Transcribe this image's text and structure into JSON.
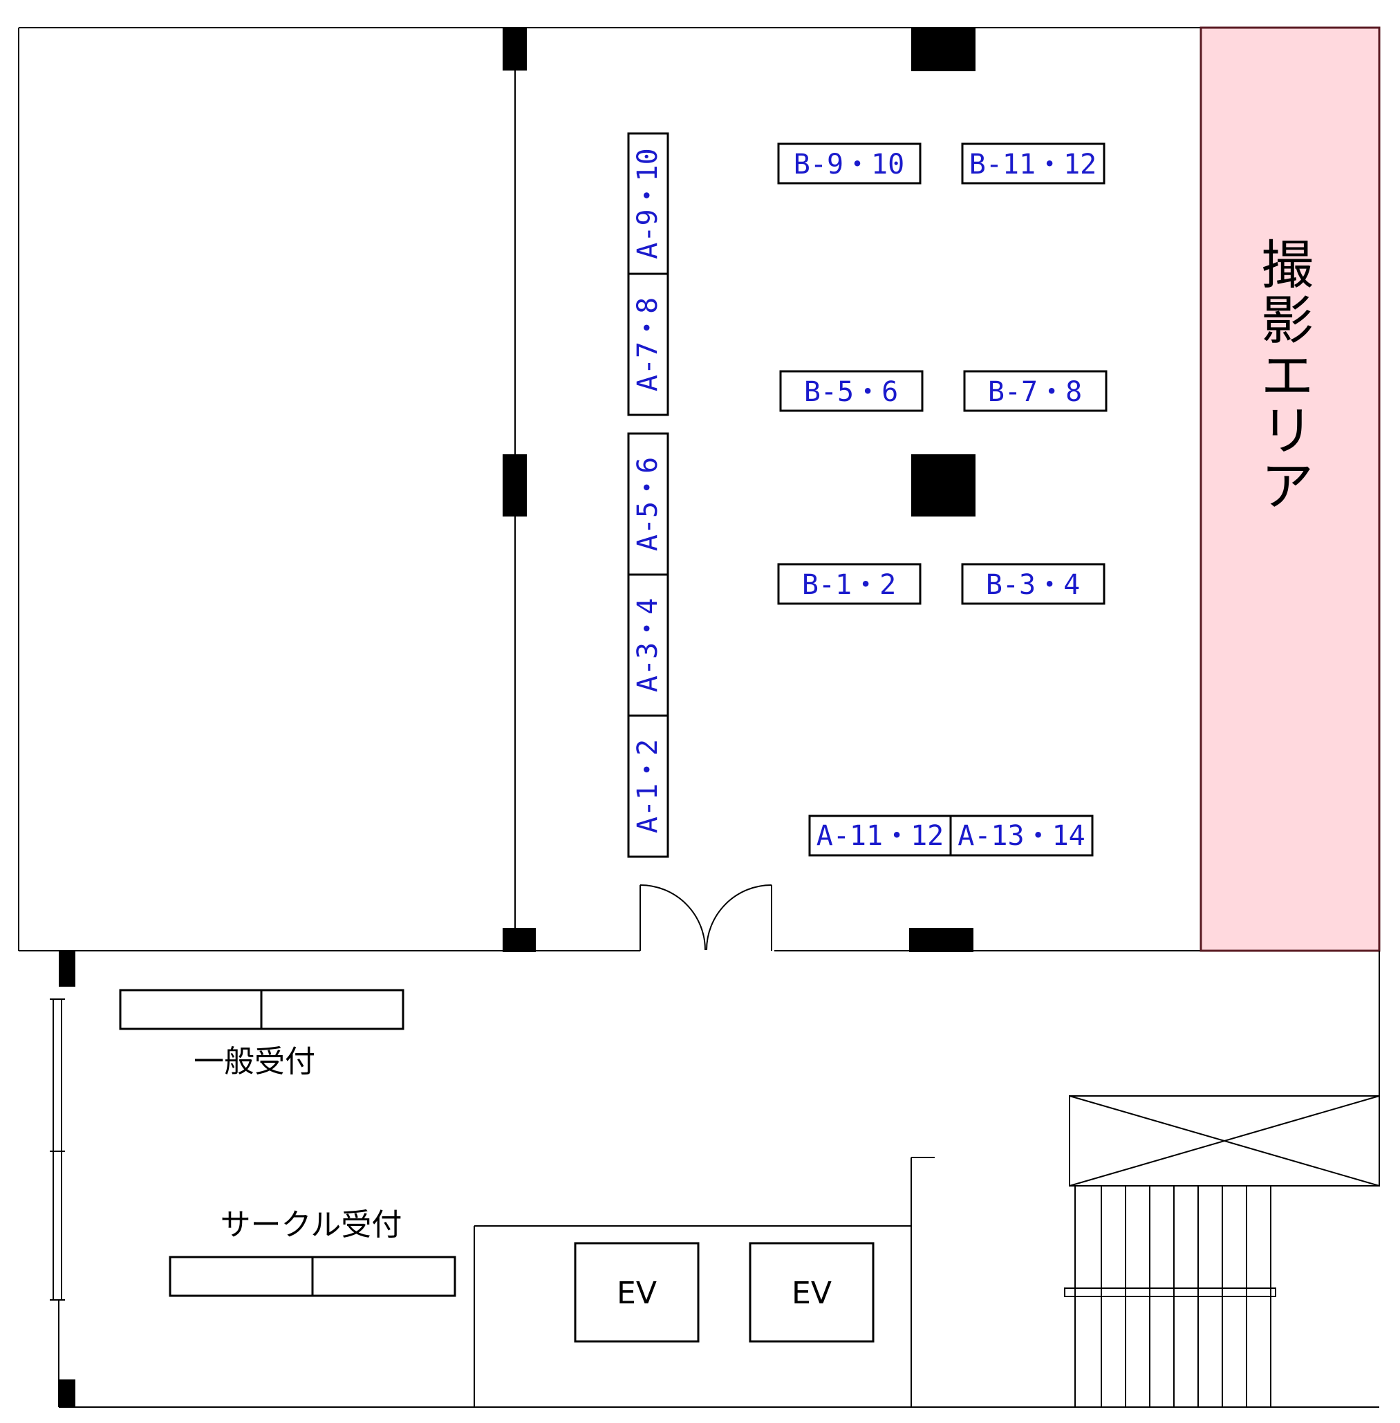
{
  "booths_a_vertical": [
    {
      "id": "a-9-10",
      "label": "A-9・10"
    },
    {
      "id": "a-7-8",
      "label": "A-7・8"
    },
    {
      "id": "a-5-6",
      "label": "A-5・6"
    },
    {
      "id": "a-3-4",
      "label": "A-3・4"
    },
    {
      "id": "a-1-2",
      "label": "A-1・2"
    }
  ],
  "booths_a_horizontal": [
    {
      "id": "a-11-12",
      "label": "A-11・12"
    },
    {
      "id": "a-13-14",
      "label": "A-13・14"
    }
  ],
  "booths_b": [
    {
      "id": "b-9-10",
      "label": "B-9・10"
    },
    {
      "id": "b-11-12",
      "label": "B-11・12"
    },
    {
      "id": "b-5-6",
      "label": "B-5・6"
    },
    {
      "id": "b-7-8",
      "label": "B-7・8"
    },
    {
      "id": "b-1-2",
      "label": "B-1・2"
    },
    {
      "id": "b-3-4",
      "label": "B-3・4"
    }
  ],
  "photo_area": {
    "label": "撮影エリア",
    "fill": "#ffd9de",
    "stroke": "#5a1a22"
  },
  "reception": {
    "general": "一般受付",
    "circle": "サークル受付"
  },
  "elevators": [
    "EV",
    "EV"
  ],
  "colors": {
    "booth_text": "#1a1acc",
    "lines": "#000000"
  }
}
